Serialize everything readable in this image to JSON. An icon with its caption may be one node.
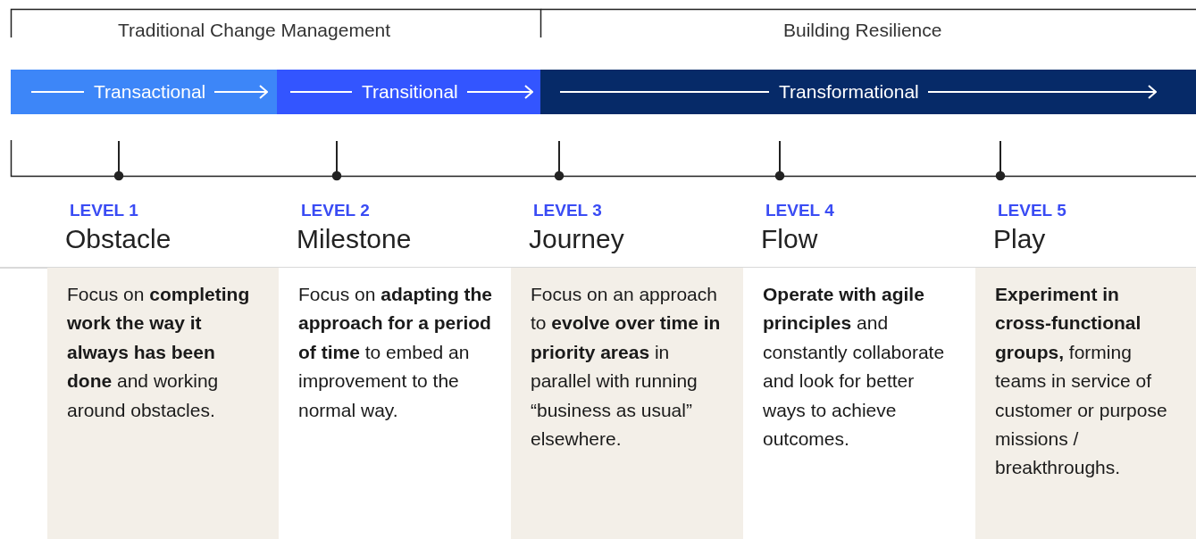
{
  "diagram": {
    "nodes": [
      {
        "text": [
          "Transactional"
        ]
      },
      {
        "text": [
          "Transitional"
        ]
      },
      {
        "text": [
          "Transformational"
        ]
      },
      {
        "text": [
          "LEVEL 1",
          "Obstacle",
          "Focus on **completing work the way it always has been done** and working around obstacles."
        ]
      },
      {
        "text": [
          "LEVEL 2",
          "Milestone",
          "Focus on **adapting the approach for a period of time** to embed an improvement to the normal way."
        ]
      },
      {
        "text": [
          "LEVEL 3",
          "Journey",
          "Focus on an approach to **evolve over time in priority areas** in parallel with running “business as usual” elsewhere."
        ]
      },
      {
        "text": [
          "LEVEL 4",
          "Flow",
          "**Operate with agile principles** and constantly collaborate and look for better ways to achieve outcomes."
        ]
      },
      {
        "text": [
          "LEVEL 5",
          "Play",
          "**Experiment in cross-functional groups,** forming teams in service of customer or purpose missions / breakthroughs."
        ]
      }
    ],
    "edges": [],
    "labels": [
      "Traditional Change Management",
      "Building Resilience"
    ]
  }
}
